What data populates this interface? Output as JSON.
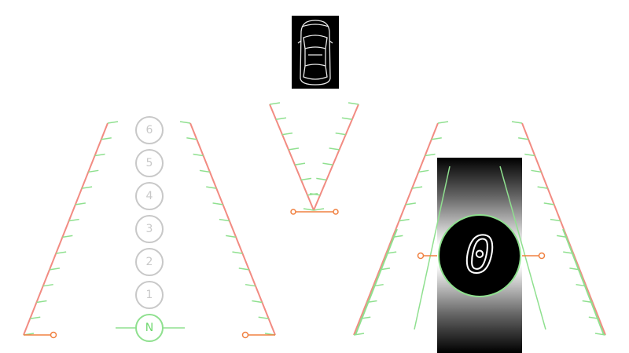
{
  "vehicle": {
    "icon": "car-top-view-icon"
  },
  "gears": {
    "labels": [
      "6",
      "5",
      "4",
      "3",
      "2",
      "1",
      "N"
    ],
    "selected": "N"
  },
  "speed_display": {
    "value": "0"
  },
  "colors": {
    "rail": "#f28b82",
    "tick": "#8fe08f",
    "handle": "#f08040",
    "inactive_gear": "#c8c8c8"
  }
}
